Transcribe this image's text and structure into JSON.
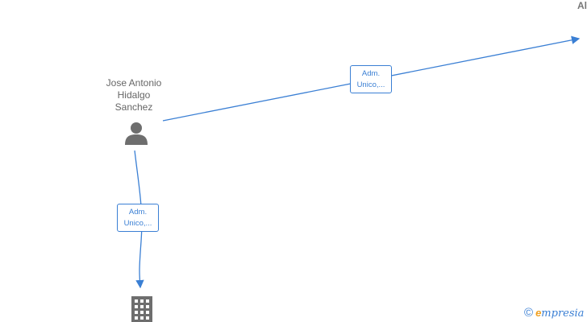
{
  "person": {
    "name": "Jose Antonio\nHidalgo\nSanchez",
    "icon": "person-icon"
  },
  "company_top": {
    "label": "Al"
  },
  "company_bottom": {
    "icon": "building-icon"
  },
  "edges": [
    {
      "label_line1": "Adm.",
      "label_line2": "Unico,..."
    },
    {
      "label_line1": "Adm.",
      "label_line2": "Unico,..."
    }
  ],
  "colors": {
    "edge": "#3a7fd4",
    "node_icon": "#6e6e6e",
    "text": "#666666"
  },
  "brand": {
    "copyright": "©",
    "initial": "e",
    "name": "mpresia"
  }
}
